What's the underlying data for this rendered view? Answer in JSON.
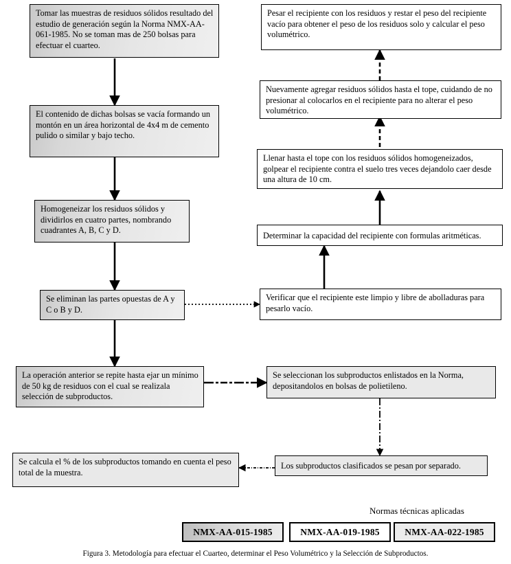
{
  "figure": {
    "caption": "Figura 3. Metodología para efectuar el Cuarteo, determinar el Peso Volumétrico y la Selección de Subproductos.",
    "normas_label": "Normas técnicas aplicadas"
  },
  "nodes": {
    "n1": "Tomar las muestras de residuos sólidos resultado del estudio de generación según la Norma NMX-AA-061-1985. No se toman mas de 250 bolsas para efectuar el cuarteo.",
    "n2": "El contenido de dichas bolsas se vacía formando un montón en un área horizontal de 4x4 m de cemento pulido o similar y bajo techo.",
    "n3": "Homogeneizar los residuos sólidos y dividirlos en cuatro partes, nombrando cuadrantes A, B, C y D.",
    "n4": "Se eliminan las partes opuestas de A y C o B y D.",
    "n5": "La operación anterior se repite  hasta ejar un mínimo de 50 kg de residuos con el cual se realizala selección de subproductos.",
    "n6": "Se calcula el % de los subproductos tomando en cuenta el peso total de la muestra.",
    "r1": "Pesar el recipiente con los residuos y restar el peso del recipiente vacío para obtener el peso de los residuos solo y calcular el peso volumétrico.",
    "r2": "Nuevamente agregar residuos sólidos hasta el tope, cuidando de no presionar al colocarlos en el recipiente para no alterar el peso volumétrico.",
    "r3": "Llenar hasta el tope con los residuos sólidos homogeneizados, golpear el recipiente contra el suelo tres veces dejandolo caer desde una altura de 10 cm.",
    "r4": "Determinar la capacidad del recipiente con formulas aritméticas.",
    "r5": "Verificar que el recipiente este limpio y libre de abolladuras para pesarlo vacío.",
    "r6": "Se seleccionan los subproductos enlistados en la Norma, depositandolos en bolsas de polietileno.",
    "r7": "Los subproductos clasificados se pesan por separado."
  },
  "normas": [
    {
      "code": "NMX-AA-015-1985"
    },
    {
      "code": "NMX-AA-019-1985"
    },
    {
      "code": "NMX-AA-022-1985"
    }
  ],
  "colors": {
    "box_fill_shaded": "#e0e0e0",
    "box_fill_plain": "#ffffff",
    "stroke": "#000000"
  }
}
